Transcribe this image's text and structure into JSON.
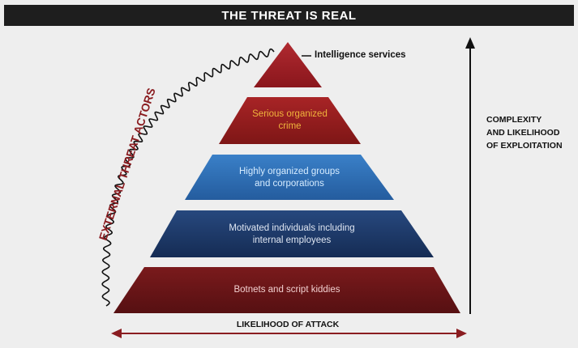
{
  "title": "THE THREAT IS REAL",
  "axis_right_label": "COMPLEXITY\nAND LIKELIHOOD\nOF EXPLOITATION",
  "axis_bottom_label": "LIKELIHOOD OF ATTACK",
  "arc_label": "EXTERNAL THREAT ACTORS",
  "tiers": [
    {
      "label": "Intelligence services",
      "color": "#9e1c24",
      "text_color": "#111111"
    },
    {
      "label": "Serious organized\ncrime",
      "color": "#9a1e1e",
      "text_color": "#f0b43c"
    },
    {
      "label": "Highly organized groups\nand corporations",
      "color": "#2f6fb6",
      "text_color": "#d6ecff"
    },
    {
      "label": "Motivated individuals including\ninternal employees",
      "color": "#1d3b6e",
      "text_color": "#dfe6f2"
    },
    {
      "label": "Botnets and script kiddies",
      "color": "#6e1618",
      "text_color": "#f2d0d0"
    }
  ],
  "colors": {
    "accent_red": "#8a1c20",
    "axis": "#111111"
  }
}
